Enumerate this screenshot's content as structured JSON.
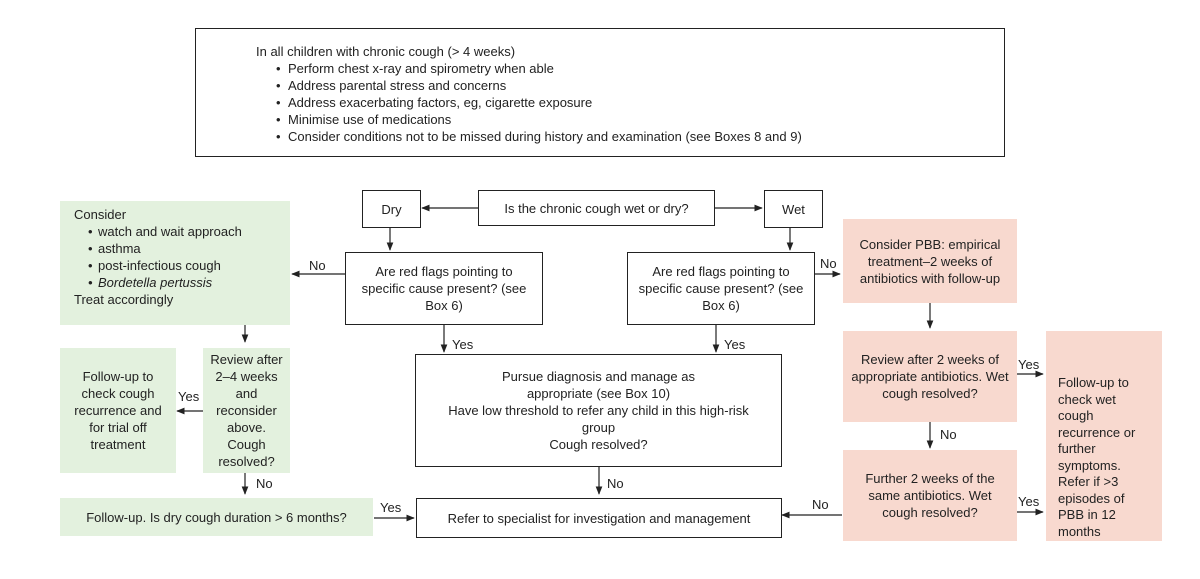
{
  "intro": {
    "heading": "In all children with chronic cough (> 4 weeks)",
    "items": [
      "Perform chest x-ray and spirometry when able",
      "Address parental stress and concerns",
      "Address exacerbating factors, eg, cigarette exposure",
      "Minimise use of medications",
      "Consider conditions not to be missed during history and examination (see Boxes 8 and 9)"
    ]
  },
  "nodes": {
    "question": "Is the chronic cough wet or dry?",
    "dry": "Dry",
    "wet": "Wet",
    "red_flags_dry": "Are red flags pointing to specific cause present? (see Box 6)",
    "red_flags_wet": "Are red flags pointing to specific cause present? (see Box 6)",
    "consider_heading": "Consider",
    "consider_items": [
      "watch and wait approach",
      "asthma",
      "post-infectious cough",
      "Bordetella pertussis"
    ],
    "consider_footer": "Treat accordingly",
    "review_dry": "Review after 2–4 weeks and reconsider above. Cough resolved?",
    "followup_dry": "Follow-up to check cough recurrence and for trial off treatment",
    "followup_dry_duration": "Follow-up. Is dry cough duration > 6 months?",
    "pursue": [
      "Pursue diagnosis and manage as appropriate (see Box 10)",
      "Have low threshold to refer any child in this high-risk group",
      "Cough resolved?"
    ],
    "refer": "Refer to specialist for investigation and management",
    "pbb": "Consider PBB: empirical treatment–2 weeks of antibiotics with follow-up",
    "review_wet": "Review after 2 weeks of appropriate antibiotics. Wet cough resolved?",
    "further": "Further 2 weeks of the same antibiotics. Wet cough resolved?",
    "followup_wet": "Follow-up to check wet cough recurrence or further symptoms. Refer if >3 episodes of PBB in 12 months"
  },
  "edges": {
    "no_dry_flags": "No",
    "yes_dry_flags": "Yes",
    "no_wet_flags": "No",
    "yes_wet_flags": "Yes",
    "yes_review_dry": "Yes",
    "no_review_dry": "No",
    "yes_duration": "Yes",
    "no_pursue": "No",
    "yes_review_wet": "Yes",
    "no_review_wet": "No",
    "no_further": "No",
    "yes_further": "Yes"
  }
}
